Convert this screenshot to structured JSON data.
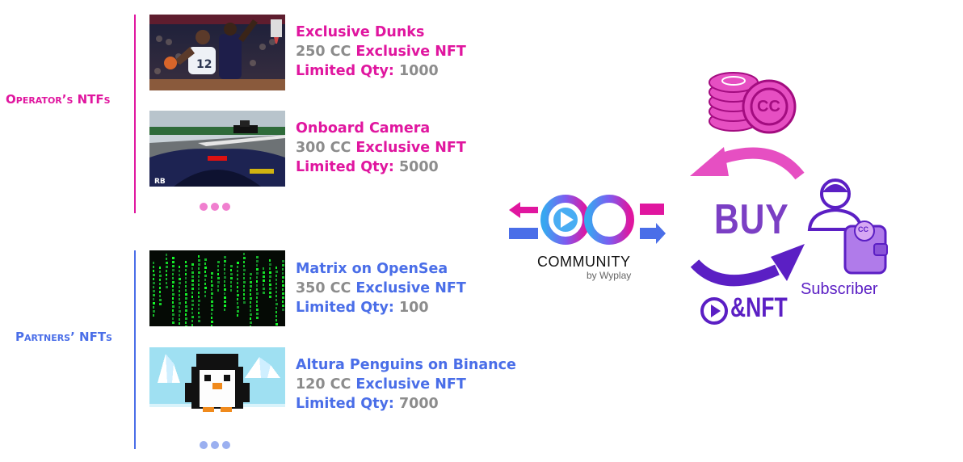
{
  "colors": {
    "magenta": "#e0169f",
    "blue": "#4a6ee8",
    "grey": "#8c8c8c",
    "purple": "#7b3fc4",
    "dark_purple": "#5b1fc4",
    "pink_dot": "#f07fcf",
    "blue_dot": "#9bb0f0"
  },
  "operators": {
    "label": "Operator’s NTFs",
    "items": [
      {
        "title": "Exclusive Dunks",
        "price": "250 CC",
        "type": "Exclusive NFT",
        "qty_label": "Limited Qty:",
        "qty": "1000",
        "image": "basketball-dunk-image"
      },
      {
        "title": "Onboard Camera",
        "price": "300 CC",
        "type": "Exclusive NFT",
        "qty_label": "Limited Qty:",
        "qty": "5000",
        "image": "formula-one-onboard-image"
      }
    ]
  },
  "partners": {
    "label": "Partners’ NFTs",
    "items": [
      {
        "title": "Matrix on OpenSea",
        "price": "350 CC",
        "type": "Exclusive NFT",
        "qty_label": "Limited Qty:",
        "qty": "100",
        "image": "matrix-code-image"
      },
      {
        "title": "Altura Penguins on Binance",
        "price": "120 CC",
        "type": "Exclusive NFT",
        "qty_label": "Limited Qty:",
        "qty": "7000",
        "image": "pixel-penguin-image"
      }
    ]
  },
  "community": {
    "name": "COMMUNITY",
    "by": "by Wyplay",
    "icon": "community-logo-icon"
  },
  "flow": {
    "buy": "BUY",
    "subscriber": "Subscriber",
    "nft": "&NFT",
    "coins_label": "CC",
    "wallet_label": "CC"
  }
}
